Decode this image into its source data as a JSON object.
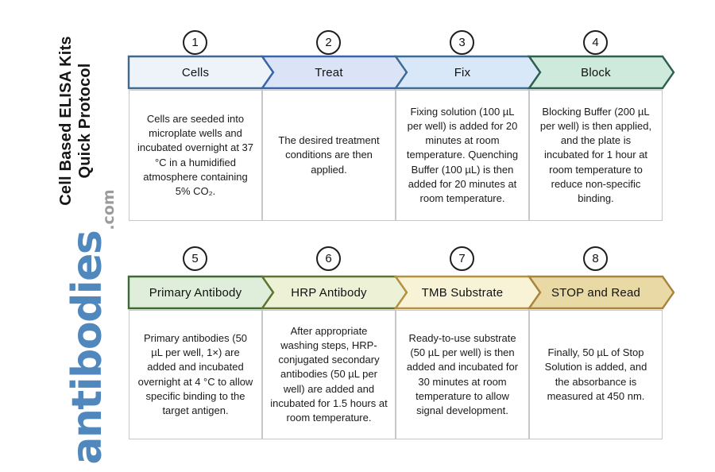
{
  "sidebar": {
    "title_line1": "Cell Based ELISA Kits",
    "title_line2": "Quick Protocol",
    "logo_text": "antibodies",
    "logo_suffix": ".com",
    "logo_color": "#5088be",
    "logo_suffix_color": "#9b9b9b"
  },
  "steps": [
    {
      "number": "1",
      "label": "Cells",
      "description": "Cells are seeded into microplate wells and incubated overnight at 37 °C in a humidified atmosphere containing 5% CO₂.",
      "banner_fill": "#eef3fa",
      "banner_stroke": "#41688f"
    },
    {
      "number": "2",
      "label": "Treat",
      "description": "The desired treatment conditions are then applied.",
      "banner_fill": "#dbe4f7",
      "banner_stroke": "#3964a8"
    },
    {
      "number": "3",
      "label": "Fix",
      "description": "Fixing solution (100 µL per well) is added for 20 minutes at room temperature. Quenching Buffer (100 µL) is then added for 20 minutes at room temperature.",
      "banner_fill": "#d8e8f8",
      "banner_stroke": "#3e6b96"
    },
    {
      "number": "4",
      "label": "Block",
      "description": "Blocking Buffer (200 µL per well) is then applied, and the plate is incubated for 1 hour at room temperature to reduce non-specific binding.",
      "banner_fill": "#cdeadd",
      "banner_stroke": "#2e5f4f"
    },
    {
      "number": "5",
      "label": "Primary Antibody",
      "description": "Primary antibodies (50 µL per well, 1×) are added and incubated overnight at 4 °C to allow specific binding to the target antigen.",
      "banner_fill": "#dfeeda",
      "banner_stroke": "#3b6b33"
    },
    {
      "number": "6",
      "label": "HRP Antibody",
      "description": "After appropriate washing steps, HRP-conjugated secondary antibodies (50 µL per well) are added and incubated for 1.5 hours at room temperature.",
      "banner_fill": "#edf2d7",
      "banner_stroke": "#5e7433"
    },
    {
      "number": "7",
      "label": "TMB Substrate",
      "description": "Ready-to-use substrate (50 µL per well) is then added and incubated for 30 minutes at room temperature to allow signal development.",
      "banner_fill": "#f8f3d6",
      "banner_stroke": "#b3913f"
    },
    {
      "number": "8",
      "label": "STOP and Read",
      "description": "Finally, 50 µL of Stop Solution is added, and the absorbance is measured at 450 nm.",
      "banner_fill": "#e9d9a4",
      "banner_stroke": "#a8843c"
    }
  ]
}
